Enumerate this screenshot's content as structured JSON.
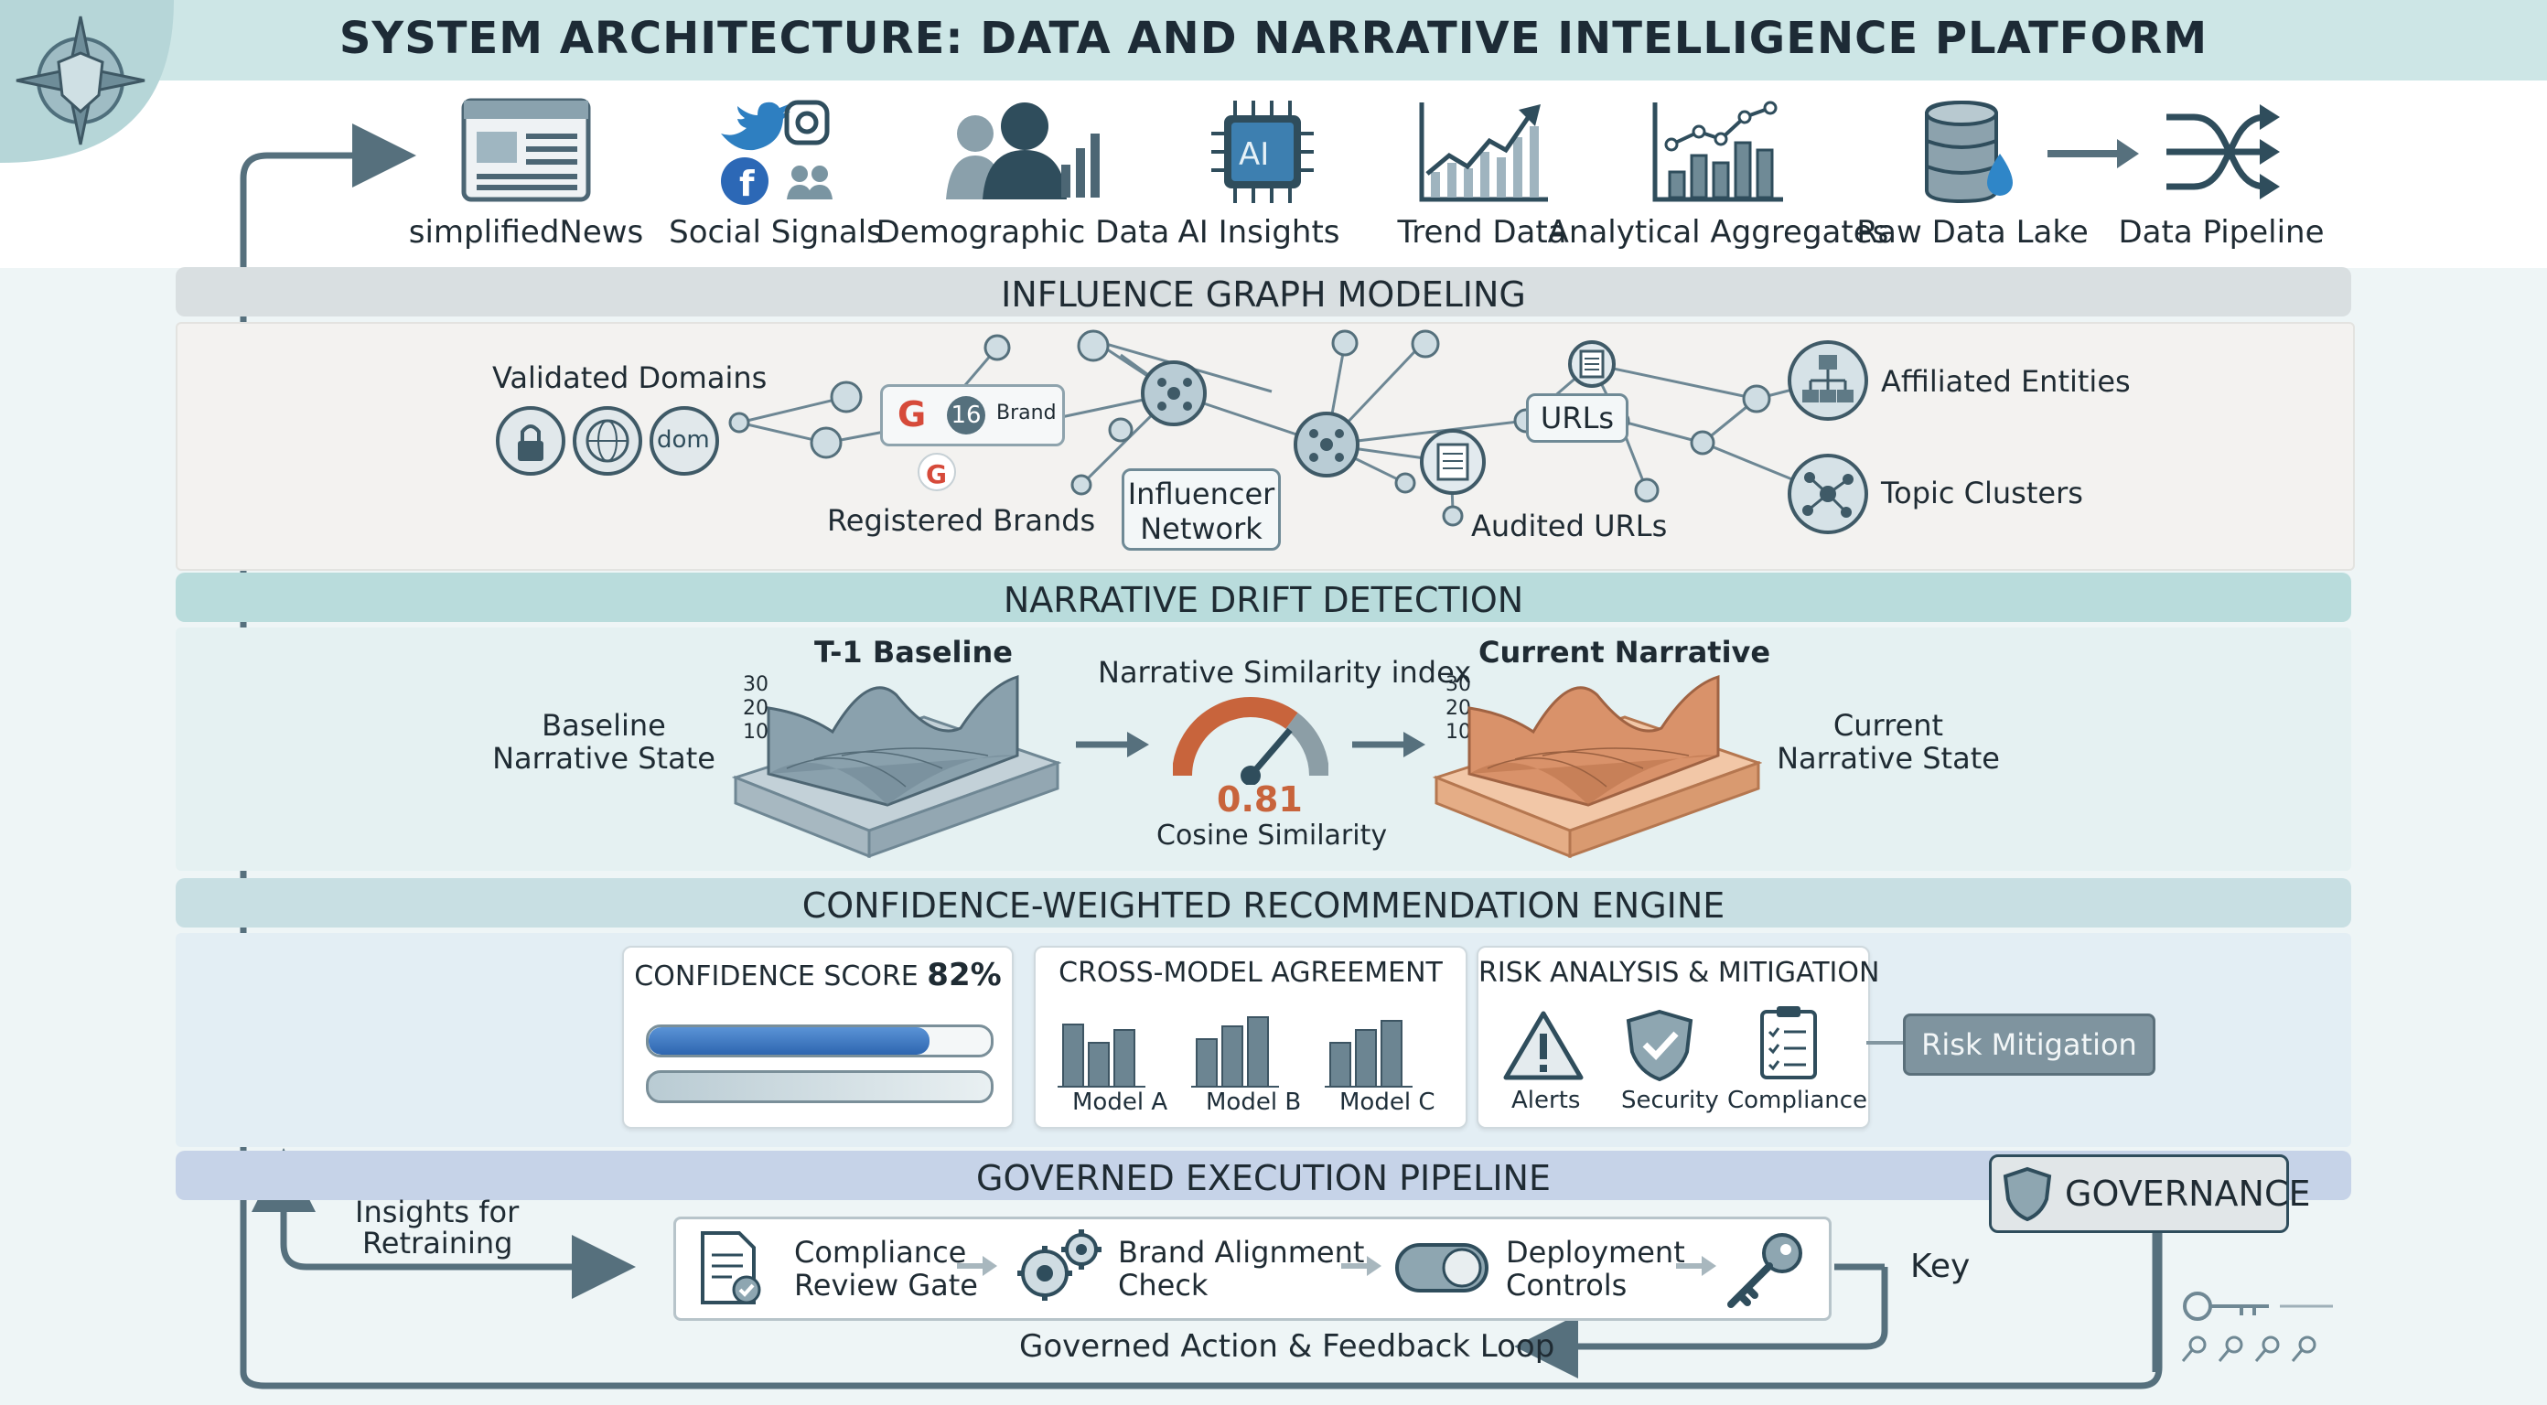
{
  "title": "SYSTEM ARCHITECTURE: DATA AND NARRATIVE INTELLIGENCE PLATFORM",
  "sources": [
    {
      "label": "simplifiedNews",
      "icon": "news-icon"
    },
    {
      "label": "Social Signals",
      "icon": "social-icon"
    },
    {
      "label": "Demographic Data",
      "icon": "people-icon"
    },
    {
      "label": "AI Insights",
      "icon": "ai-chip-icon"
    },
    {
      "label": "Trend Data",
      "icon": "trend-chart-icon"
    },
    {
      "label": "Analytical Aggregates",
      "icon": "bar-chart-icon"
    },
    {
      "label": "Raw Data Lake",
      "icon": "database-icon"
    },
    {
      "label": "Data Pipeline",
      "icon": "shuffle-icon"
    }
  ],
  "influence": {
    "header": "INFLUENCE GRAPH MODELING",
    "validated_domains": "Validated Domains",
    "dom": "dom",
    "brand_count": "16",
    "brand_label": "Brand",
    "registered_brands": "Registered Brands",
    "influencer_network_1": "Influencer",
    "influencer_network_2": "Network",
    "urls": "URLs",
    "audited_urls": "Audited URLs",
    "affiliated_entities": "Affiliated Entities",
    "topic_clusters": "Topic Clusters"
  },
  "drift": {
    "header": "NARRATIVE DRIFT DETECTION",
    "baseline_state_1": "Baseline",
    "baseline_state_2": "Narrative State",
    "t1_baseline": "T-1 Baseline",
    "similarity_title": "Narrative Similarity index",
    "similarity_value": "0.81",
    "similarity_caption": "Cosine Similarity",
    "current_narrative": "Current Narrative",
    "current_state_1": "Current",
    "current_state_2": "Narrative State",
    "ticks": [
      "30",
      "20",
      "10"
    ]
  },
  "engine": {
    "header": "CONFIDENCE-WEIGHTED RECOMMENDATION ENGINE",
    "confidence_label": "CONFIDENCE SCORE",
    "confidence_value": "82%",
    "confidence_fraction": 0.82,
    "agreement_title": "CROSS-MODEL AGREEMENT",
    "models": [
      "Model A",
      "Model B",
      "Model C"
    ],
    "risk_title": "RISK ANALYSIS & MITIGATION",
    "risk_items": [
      "Alerts",
      "Security",
      "Compliance"
    ],
    "risk_mitigation": "Risk Mitigation"
  },
  "pipeline": {
    "header": "GOVERNED EXECUTION PIPELINE",
    "governance": "GOVERNANCE",
    "insights_1": "Insights for",
    "insights_2": "Retraining",
    "steps": [
      {
        "line1": "Compliance",
        "line2": "Review Gate"
      },
      {
        "line1": "Brand Alignment",
        "line2": "Check"
      },
      {
        "line1": "Deployment",
        "line2": "Controls"
      }
    ],
    "key": "Key",
    "loop": "Governed Action & Feedback Loop"
  },
  "colors": {
    "header_grey": "#d9dfe1",
    "header_teal": "#b9dcdc",
    "header_blue": "#c8d8e8",
    "accent_blue": "#3b78c4",
    "baseline_slate": "#8aa1ad",
    "current_orange": "#d9926a"
  }
}
